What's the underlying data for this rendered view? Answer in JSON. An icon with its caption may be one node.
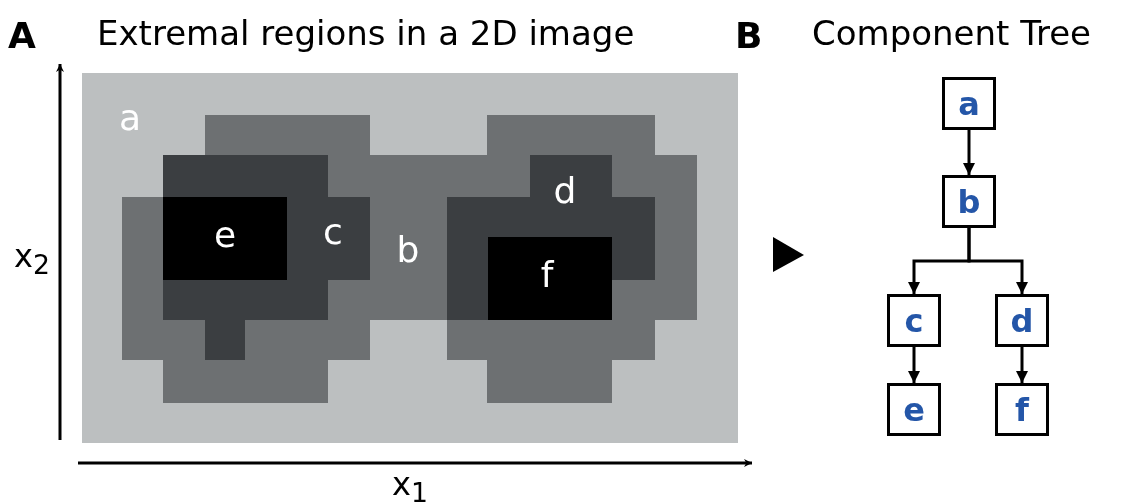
{
  "diagram": {
    "nodes": [
      {
        "text": [
          "a"
        ]
      },
      {
        "text": [
          "b"
        ],
        "in": 0
      },
      {
        "text": [
          "c"
        ],
        "in": 1
      },
      {
        "text": [
          "e"
        ],
        "in": 2
      },
      {
        "text": [
          "d"
        ],
        "in": 1
      },
      {
        "text": [
          "f"
        ],
        "in": 4
      },
      {
        "text": [
          "a"
        ]
      },
      {
        "text": [
          "b"
        ]
      },
      {
        "text": [
          "c"
        ]
      },
      {
        "text": [
          "d"
        ]
      },
      {
        "text": [
          "e"
        ]
      },
      {
        "text": [
          "f"
        ]
      }
    ],
    "edges": [
      {
        "from": 6,
        "to": 7,
        "arrow": "to"
      },
      {
        "from": 7,
        "to": 8,
        "arrow": "to"
      },
      {
        "from": 7,
        "to": 9,
        "arrow": "to"
      },
      {
        "from": 8,
        "to": 10,
        "arrow": "to"
      },
      {
        "from": 9,
        "to": 11,
        "arrow": "to"
      }
    ],
    "labels": [
      "A",
      "Extremal regions in a 2D image",
      "B",
      "Component Tree",
      "x$_{2}$",
      "x$_{1}$"
    ]
  }
}
